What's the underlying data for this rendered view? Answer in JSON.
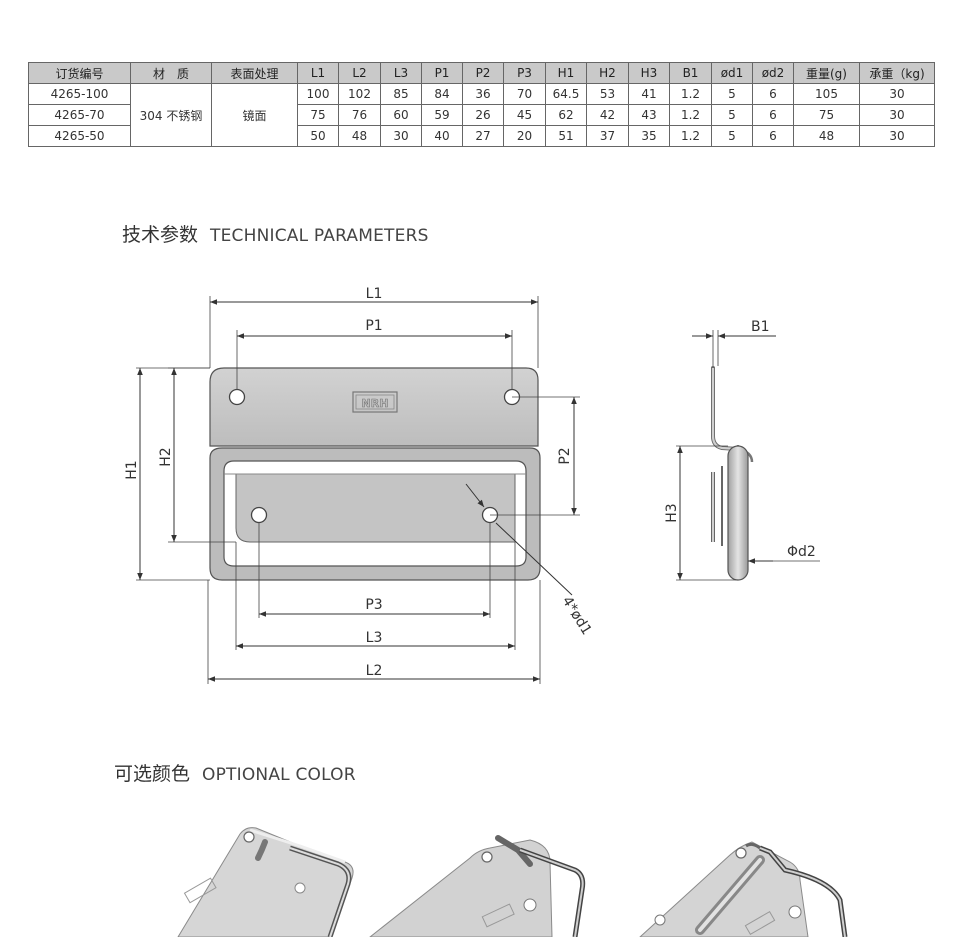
{
  "table": {
    "headers": [
      "订货编号",
      "材　质",
      "表面处理",
      "L1",
      "L2",
      "L3",
      "P1",
      "P2",
      "P3",
      "H1",
      "H2",
      "H3",
      "B1",
      "ød1",
      "ød2",
      "重量(g)",
      "承重（kg)"
    ],
    "material": "304 不锈钢",
    "finish": "镜面",
    "rows": [
      [
        "4265-100",
        "100",
        "102",
        "85",
        "84",
        "36",
        "70",
        "64.5",
        "53",
        "41",
        "1.2",
        "5",
        "6",
        "105",
        "30"
      ],
      [
        "4265-70",
        "75",
        "76",
        "60",
        "59",
        "26",
        "45",
        "62",
        "42",
        "43",
        "1.2",
        "5",
        "6",
        "75",
        "30"
      ],
      [
        "4265-50",
        "50",
        "48",
        "30",
        "40",
        "27",
        "20",
        "51",
        "37",
        "35",
        "1.2",
        "5",
        "6",
        "48",
        "30"
      ]
    ]
  },
  "section_tech": {
    "zh": "技术参数",
    "en": "TECHNICAL PARAMETERS"
  },
  "section_color": {
    "zh": "可选颜色",
    "en": "OPTIONAL COLOR"
  },
  "drawing": {
    "labels": {
      "L1": "L1",
      "P1": "P1",
      "H1": "H1",
      "H2": "H2",
      "P2": "P2",
      "P3": "P3",
      "L3": "L3",
      "L2": "L2",
      "hole": "4*ød1",
      "B1": "B1",
      "H3": "H3",
      "d2": "Φd2"
    },
    "logo_text": "NRH"
  },
  "colors": {
    "line": "#333333",
    "plate": "#c8c8c8",
    "plate_dark": "#a9a9a9",
    "header_bg": "#c9c9c9"
  }
}
